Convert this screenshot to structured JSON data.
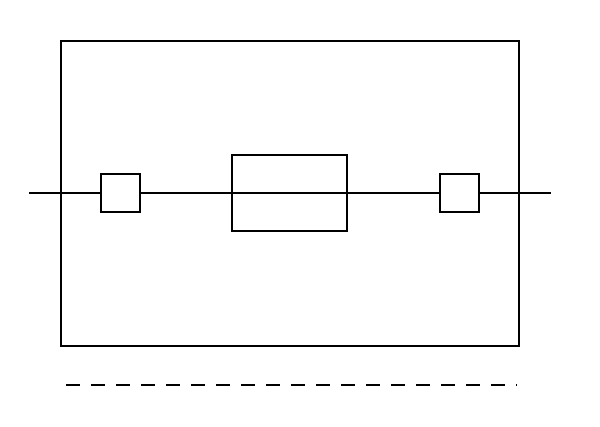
{
  "diagram": {
    "kind": "fuse-terminal-block-symbol",
    "colors": {
      "background": "#ffffff",
      "stroke": "#000000"
    },
    "elements": [
      "terminal-block-outline",
      "through-conductor-line",
      "left-terminal-square",
      "fuse-element",
      "fuse-element-line",
      "right-terminal-square",
      "dashed-separator-line"
    ]
  }
}
